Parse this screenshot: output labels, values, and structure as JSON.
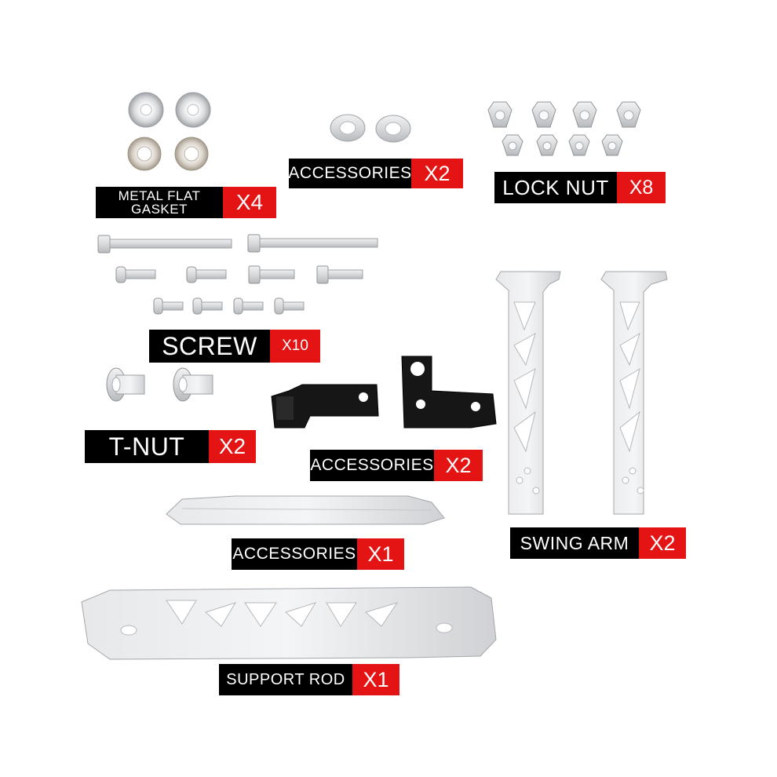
{
  "labels": {
    "gasket": {
      "name_line1": "METAL FLAT",
      "name_line2": "GASKET",
      "qty": "X4"
    },
    "acc_top": {
      "name": "ACCESSORIES",
      "qty": "X2"
    },
    "lock_nut": {
      "name": "LOCK NUT",
      "qty": "X8"
    },
    "screw": {
      "name": "SCREW",
      "qty": "X10"
    },
    "t_nut": {
      "name": "T-NUT",
      "qty": "X2"
    },
    "acc_mid": {
      "name": "ACCESSORIES",
      "qty": "X2"
    },
    "acc_bottom": {
      "name": "ACCESSORIES",
      "qty": "X1"
    },
    "swing_arm": {
      "name": "SWING ARM",
      "qty": "X2"
    },
    "support_rod": {
      "name": "SUPPORT ROD",
      "qty": "X1"
    }
  },
  "colors": {
    "label_bg": "#000000",
    "qty_bg": "#e41414",
    "label_text": "#ffffff",
    "metal_silver": "#d9dbdd",
    "metal_edge": "#a9adb1",
    "bracket_black": "#161616"
  }
}
